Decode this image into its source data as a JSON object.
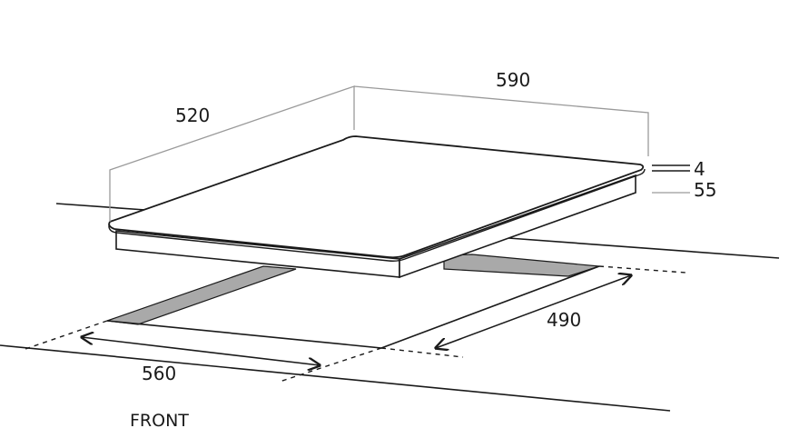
{
  "dimensions": {
    "depth_overall": "520",
    "width_overall": "590",
    "glass_thickness": "4",
    "unit_height": "55",
    "cutout_depth": "490",
    "cutout_width": "560"
  },
  "labels": {
    "front": "FRONT"
  },
  "colors": {
    "line": "#1a1a1a",
    "extension_line": "#9a9a9a",
    "cutout_fill": "#a9a9a9",
    "background": "#ffffff"
  }
}
